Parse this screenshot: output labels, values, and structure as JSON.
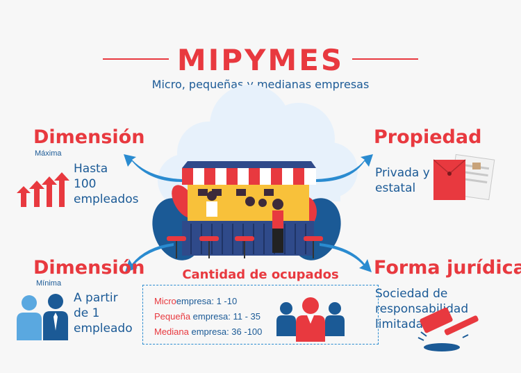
{
  "title": "MIPYMES",
  "subtitle": "Micro, pequeñas y medianas empresas",
  "dim_max": {
    "heading": "Dimensión",
    "sub": "Máxima",
    "lines": [
      "Hasta",
      "100",
      "empleados"
    ]
  },
  "dim_min": {
    "heading": "Dimensión",
    "sub": "Mínima",
    "lines": [
      "A partir",
      "de 1",
      "empleado"
    ]
  },
  "propiedad": {
    "heading": "Propiedad",
    "lines": [
      "Privada y",
      "estatal"
    ]
  },
  "forma": {
    "heading": "Forma jurídica",
    "lines": [
      "Sociedad de responsabilidad",
      "limitada"
    ]
  },
  "cantidad": {
    "heading": "Cantidad de ocupados",
    "rows": [
      {
        "prefix": "Micro",
        "rest": "empresa:  1 -10"
      },
      {
        "prefix": "Pequeña",
        "rest": " empresa: 11 - 35"
      },
      {
        "prefix": "Mediana",
        "rest": " empresa:  36 -100"
      }
    ]
  },
  "colors": {
    "red": "#e8393f",
    "blue": "#1b5a96",
    "light_blue": "#2a8bd0"
  }
}
